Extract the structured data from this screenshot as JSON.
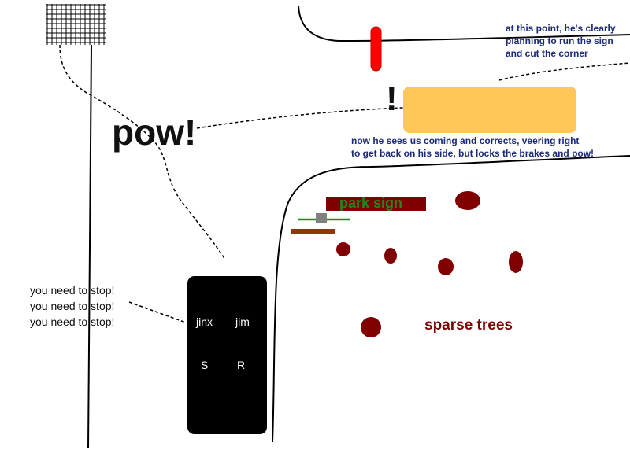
{
  "annotations": {
    "sign_note": [
      "at this point, he's clearly",
      "planning to run  the sign",
      "and cut the corner"
    ],
    "corrects_note": [
      "now he sees us coming and corrects, veering right",
      "to get back on his side, but locks the brakes and pow!"
    ],
    "pow": "pow!",
    "exclaim": "!",
    "stop_lines": [
      "you need to stop!",
      "you need to stop!",
      "you need to stop!"
    ]
  },
  "car": {
    "seat_front_left": "jinx",
    "seat_front_right": "jim",
    "seat_rear_left": "S",
    "seat_rear_right": "R"
  },
  "park_sign": {
    "label": "park sign"
  },
  "trees": {
    "label": "sparse trees"
  },
  "colors": {
    "truck": "#ffc65a",
    "stop_sign": "#ff0000",
    "tree": "#800000",
    "sign_text": "#1d8a1d",
    "note_text": "#1c2a78",
    "car": "#000000"
  }
}
